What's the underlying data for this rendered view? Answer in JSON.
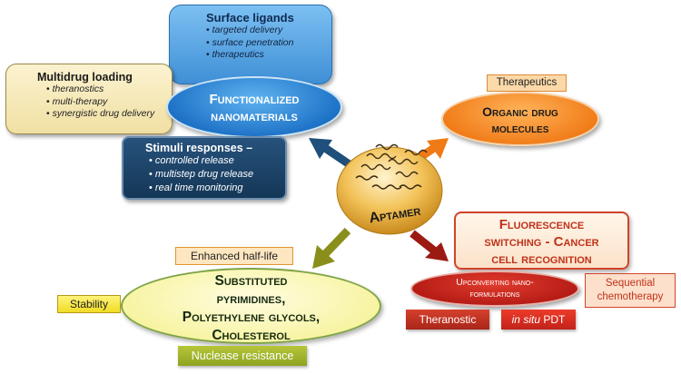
{
  "surface_ligands": {
    "title": "Surface ligands",
    "items": [
      "targeted delivery",
      "surface penetration",
      "therapeutics"
    ]
  },
  "multidrug_loading": {
    "title": "Multidrug loading",
    "items": [
      "theranostics",
      "multi-therapy",
      "synergistic drug delivery"
    ]
  },
  "functionalized": {
    "line1": "Functionalized",
    "line2": "nanomaterials"
  },
  "stimuli": {
    "title": "Stimuli responses –",
    "items": [
      "controlled release",
      "multistep drug release",
      "real time monitoring"
    ]
  },
  "therapeutics_tag": "Therapeutics",
  "organic": {
    "line1": "Organic drug",
    "line2": "molecules"
  },
  "aptamer": "Aptamer",
  "fluorescence": {
    "line1": "Fluorescence",
    "line2": "switching - Cancer",
    "line3": "cell recognition"
  },
  "upconverting": {
    "line1": "Upconverting nano-",
    "line2": "formulations"
  },
  "sequential": {
    "line1": "Sequential",
    "line2": "chemotherapy"
  },
  "theranostic": "Theranostic",
  "insitu": {
    "italic": "in situ",
    "rest": " PDT"
  },
  "half_life": "Enhanced half-life",
  "substituted": {
    "line1": "Substituted",
    "line2": "pyrimidines,",
    "line3": "Polyethylene glycols,",
    "line4": "Cholesterol"
  },
  "stability": "Stability",
  "nuclease": "Nuclease resistance",
  "colors": {
    "blue": "#1f74c8",
    "navy": "#143757",
    "orange": "#f07a16",
    "red": "#b31b14",
    "olive": "#8fa320",
    "yellow": "#f7f4a4"
  },
  "icons": [
    "aptamer-helix-icon",
    "arrow-icon"
  ]
}
